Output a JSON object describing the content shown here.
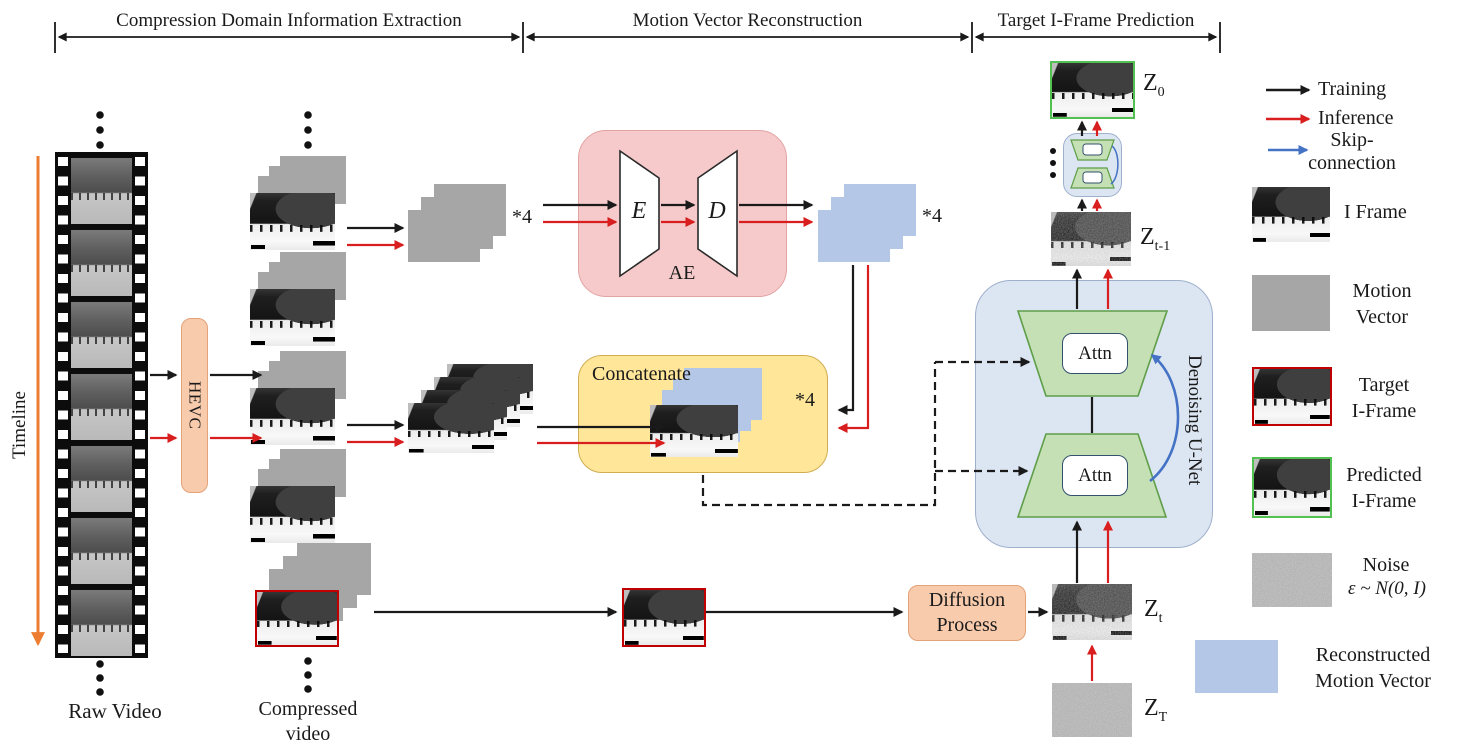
{
  "header": {
    "sections": [
      {
        "label": "Compression Domain Information Extraction"
      },
      {
        "label": "Motion Vector Reconstruction"
      },
      {
        "label": "Target I-Frame Prediction"
      }
    ]
  },
  "left": {
    "timeline": "Timeline",
    "raw_video": "Raw Video",
    "compressed_line1": "Compressed",
    "compressed_line2": "video",
    "hevc": "HEVC"
  },
  "mid": {
    "mult4": "*4",
    "ae_title": "AE",
    "encoder": "E",
    "decoder": "D",
    "concatenate": "Concatenate"
  },
  "unet": {
    "title": "Denoising U-Net",
    "attn": "Attn"
  },
  "diffusion": {
    "line1": "Diffusion",
    "line2": "Process"
  },
  "z": {
    "z0": {
      "base": "Z",
      "sub": "0"
    },
    "zt1": {
      "base": "Z",
      "sub": "t-1"
    },
    "zt": {
      "base": "Z",
      "sub": "t"
    },
    "zT": {
      "base": "Z",
      "sub": "T"
    }
  },
  "legend": {
    "training": "Training",
    "inference": "Inference",
    "skip_line1": "Skip-",
    "skip_line2": "connection",
    "iframe": "I Frame",
    "motion_line1": "Motion",
    "motion_line2": "Vector",
    "target_line1": "Target",
    "target_line2": "I-Frame",
    "predicted_line1": "Predicted",
    "predicted_line2": "I-Frame",
    "noise_title": "Noise",
    "noise_formula": "ε ~ N(0, I)",
    "recon_line1": "Reconstructed",
    "recon_line2": "Motion Vector"
  },
  "colors": {
    "training_arrow": "#1a1a1a",
    "inference_arrow": "#d81e1e",
    "skip_arrow": "#4472c4",
    "timeline_arrow": "#ed7d31",
    "process_block": "#f8cbad",
    "ae_block": "#f6caca",
    "concatenate_block": "#ffe699",
    "unet_block": "#dce5f2",
    "trapezoid": "#c5e0b4",
    "motion_vector": "#a6a6a6",
    "reconstructed_mv": "#b4c7e7",
    "target_border": "#c00000",
    "predicted_border": "#52c152"
  }
}
